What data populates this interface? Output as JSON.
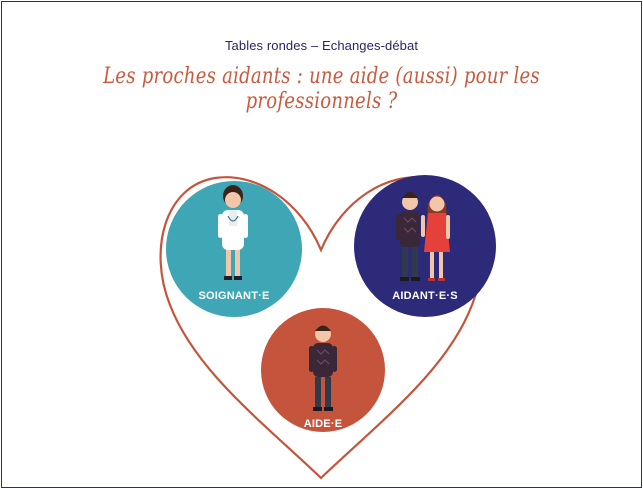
{
  "header": {
    "kicker": "Tables rondes – Echanges-débat",
    "headline": "Les proches aidants : une aide (aussi) pour les professionnels ?"
  },
  "circles": {
    "soignant": {
      "label": "SOIGNANT·E",
      "color": "#3fa6b6"
    },
    "aidants": {
      "label": "AIDANT·E·S",
      "color": "#2e2a7a"
    },
    "aide": {
      "label": "AIDE·E",
      "color": "#c4553c"
    }
  },
  "colors": {
    "heart_outline": "#c4553c",
    "title_text": "#2a2566",
    "frame": "#2e2a74"
  }
}
